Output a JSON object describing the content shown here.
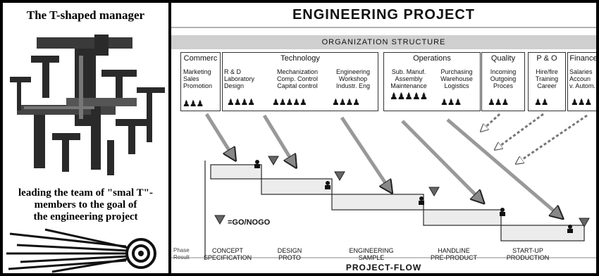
{
  "left": {
    "title": "The T-shaped manager",
    "caption_lines": [
      "leading the team of \"smal T\"-",
      "members to the goal of",
      "the engineering project"
    ]
  },
  "right": {
    "title": "ENGINEERING PROJECT",
    "org_banner": "ORGANIZATION STRUCTURE",
    "departments": [
      {
        "name": "Commerc",
        "items": "Marketing\nSales\nPromotion"
      },
      {
        "name": "Technology",
        "subs": [
          "R & D\nLaboratory\nDesign",
          "Mechanization\nComp. Control\nCapital control",
          "Engineering\nWorkshop\nIndustr. Eng"
        ]
      },
      {
        "name": "Operations",
        "subs": [
          "Sub. Manuf.\nAssembly\nMaintenance",
          "Purchasing\nWarehouse\nLogistics"
        ]
      },
      {
        "name": "Quality",
        "items": "Incoming\nOutgoing\nProces"
      },
      {
        "name": "P & O",
        "items": "Hire/fire\nTraining\nCareer"
      },
      {
        "name": "Finance",
        "items": "Salaries\nAccoun\nv. Autom."
      }
    ],
    "legend": "=GO/NOGO",
    "phase_label": "Phase\nResult",
    "phases": [
      "CONCEPT\nSPECIFICATION",
      "DESIGN\nPROTO",
      "ENGINEERING\nSAMPLE",
      "HANDLINE\nPRE-PRODUCT",
      "START-UP\nPRODUCTION"
    ],
    "flow_label": "PROJECT-FLOW"
  }
}
